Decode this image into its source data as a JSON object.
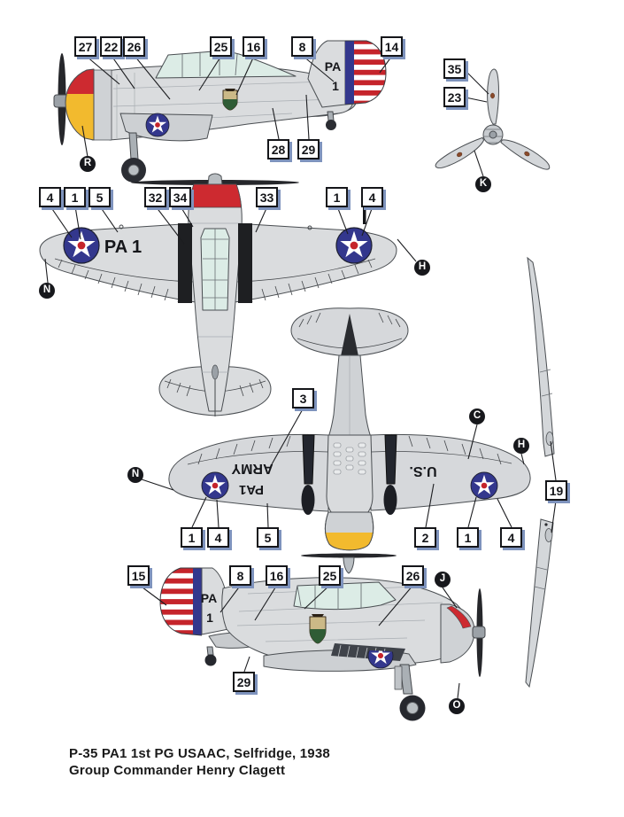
{
  "caption": {
    "line1": "P-35 PA1  1st PG USAAC, Selfridge, 1938",
    "line2": "Group Commander Henry Clagett"
  },
  "markings": {
    "tail_code_letters": "PA",
    "tail_code_number": "1",
    "wing_code": "PA 1",
    "underwing_left_line1": "ARMY",
    "underwing_left_line2": "PA1",
    "underwing_right": "U.S."
  },
  "colors": {
    "insignia_red": "#c5242b",
    "insignia_blue": "#33378d",
    "cowl_yellow": "#f2ba2e",
    "callout_shadow": "#7e93bd"
  },
  "callouts": {
    "side_left": [
      "27",
      "22",
      "26",
      "25",
      "16",
      "8",
      "14",
      "28",
      "29"
    ],
    "propeller": [
      "35",
      "23"
    ],
    "top_view": [
      "4",
      "1",
      "5",
      "32",
      "34",
      "33",
      "1",
      "4"
    ],
    "bottom_view": [
      "3",
      "1",
      "4",
      "5",
      "2",
      "1",
      "4"
    ],
    "wing_profile": [
      "19"
    ],
    "side_right": [
      "15",
      "8",
      "16",
      "25",
      "26",
      "29"
    ]
  },
  "letter_markers": {
    "side_left": "R",
    "propeller": "K",
    "top_view_left": "N",
    "top_view_right": "H",
    "bottom_view_center": "C",
    "bottom_view_right": "H",
    "bottom_view_left": "N",
    "side_right_front": "J",
    "side_right_prop": "O"
  }
}
